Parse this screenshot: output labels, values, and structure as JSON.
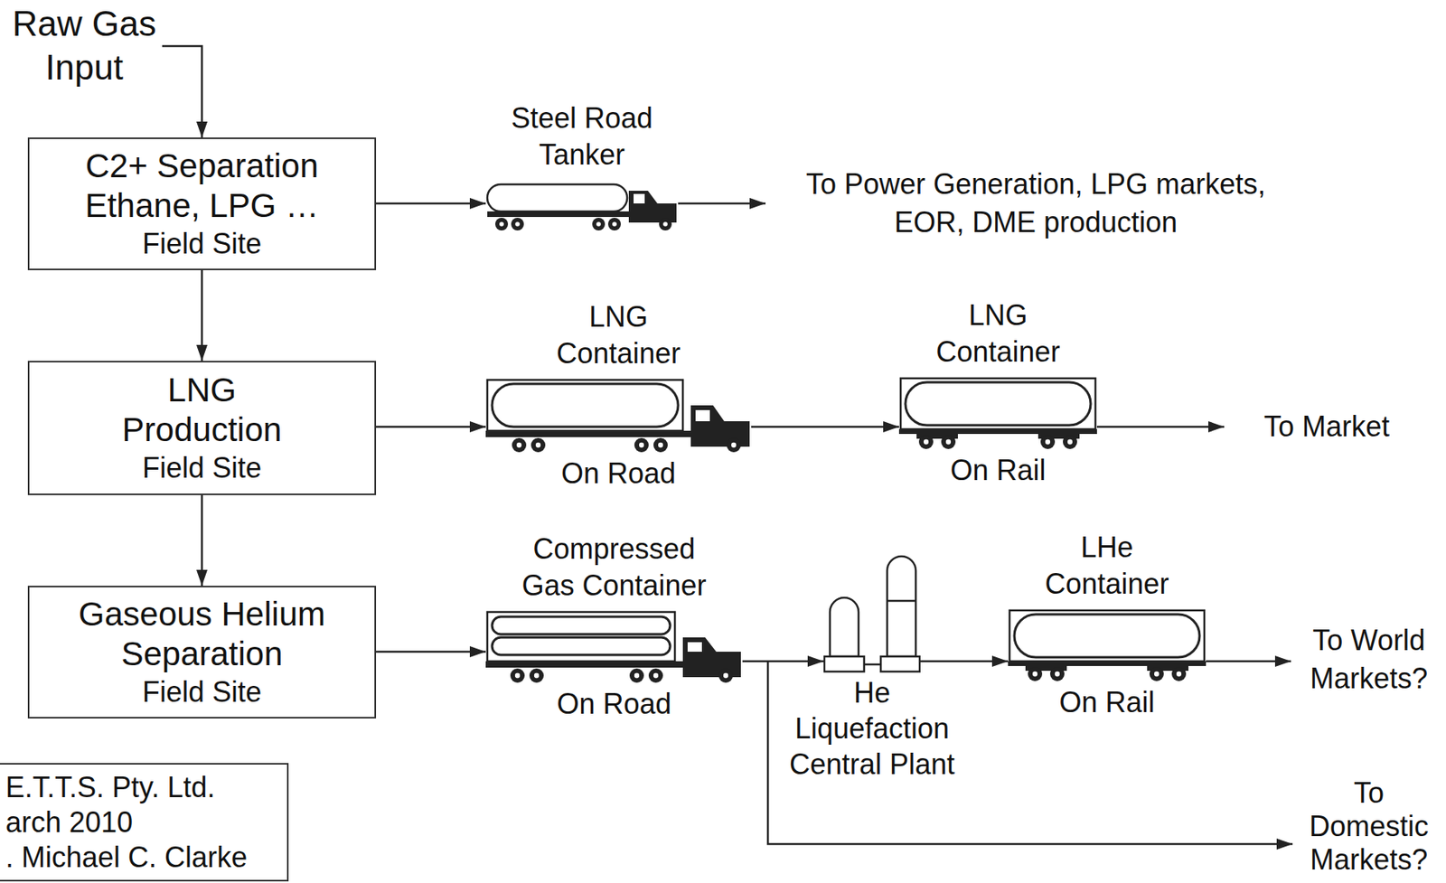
{
  "diagram": {
    "nodes": [
      {
        "text": [
          "C2+ Separation Ethane, LPG …",
          "Field Site"
        ]
      },
      {
        "text": [
          "Steel Road Tanker"
        ]
      },
      {
        "text": [
          "LNG Production",
          "Field Site"
        ]
      },
      {
        "text": [
          "LNG Container",
          "On Road"
        ]
      },
      {
        "text": [
          "LNG Container",
          "On Rail"
        ]
      },
      {
        "text": [
          "Gaseous Helium Separation",
          "Field Site"
        ]
      },
      {
        "text": [
          "Compressed Gas Container",
          "On Road"
        ]
      },
      {
        "text": [
          "He Liquefaction Central Plant"
        ]
      },
      {
        "text": [
          "LHe Container",
          "On Rail"
        ]
      },
      {
        "text": [
          "E.T.T.S. Pty. Ltd.",
          "arch 2010",
          ". Michael C. Clarke"
        ]
      }
    ],
    "edges": [
      {
        "from": 0,
        "to": 2,
        "arrow": "to"
      },
      {
        "from": 2,
        "to": 5,
        "arrow": "to"
      },
      {
        "from": 0,
        "to": 1,
        "arrow": "to"
      },
      {
        "from": 2,
        "to": 3,
        "arrow": "to"
      },
      {
        "from": 3,
        "to": 4,
        "arrow": "to"
      },
      {
        "from": 5,
        "to": 6,
        "arrow": "to"
      },
      {
        "from": 6,
        "to": 7,
        "arrow": "to"
      },
      {
        "from": 7,
        "to": 8,
        "arrow": "to"
      }
    ],
    "labels": [
      "Raw Gas Input",
      "To Power Generation, LPG markets, EOR, DME production",
      "To Market",
      "To World Markets?",
      "To Domestic Markets?"
    ]
  }
}
